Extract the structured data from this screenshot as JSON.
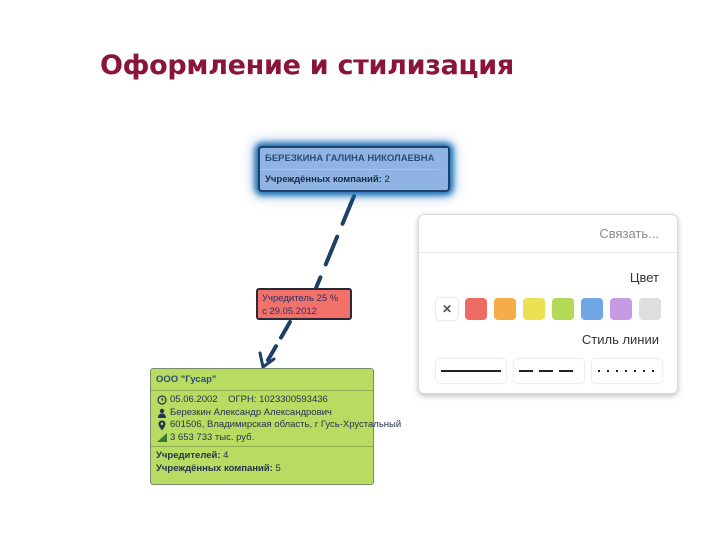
{
  "slide": {
    "title": "Оформление и стилизация"
  },
  "person_node": {
    "name": "БЕРЕЗКИНА ГАЛИНА НИКОЛАЕВНА",
    "founded_companies_label": "Учреждённых компаний:",
    "founded_companies_value": "2",
    "fill_color": "#8fb4e3",
    "highlight_color": "#1b6fb8"
  },
  "edge": {
    "label_line1": "Учредитель 25 %",
    "label_line2": "с 29.05.2012",
    "label_color": "#f2726a",
    "line_color": "#1f3f66",
    "line_style": "dashed"
  },
  "company_node": {
    "name": "ООО \"Гусар\"",
    "fill_color": "#b8dc62",
    "details": [
      {
        "icon": "clock-icon",
        "text": "05.06.2002    ОГРН: 1023300593436"
      },
      {
        "icon": "person-icon",
        "text": "Березкин Александр Александрович"
      },
      {
        "icon": "map-pin-icon",
        "text": "601506, Владимирская область, г Гусь-Хрустальный"
      },
      {
        "icon": "signal-bars-icon",
        "text": "3 653 733 тыс. руб."
      }
    ],
    "founders_label": "Учредителей:",
    "founders_value": "4",
    "founded_companies_label": "Учреждённых компаний:",
    "founded_companies_value": "5"
  },
  "style_popover": {
    "link_action": "Связать...",
    "color_label": "Цвет",
    "colors": [
      {
        "name": "none",
        "hex": "#ffffff",
        "glyph": "✕"
      },
      {
        "name": "red",
        "hex": "#ee6b63"
      },
      {
        "name": "orange",
        "hex": "#f6ad49"
      },
      {
        "name": "yellow",
        "hex": "#ece153"
      },
      {
        "name": "green",
        "hex": "#b3d957"
      },
      {
        "name": "blue",
        "hex": "#6ea7e3"
      },
      {
        "name": "purple",
        "hex": "#c69be3"
      },
      {
        "name": "gray",
        "hex": "#dedede"
      }
    ],
    "line_style_label": "Стиль линии",
    "line_styles": [
      "solid",
      "dashed",
      "dotted"
    ]
  }
}
